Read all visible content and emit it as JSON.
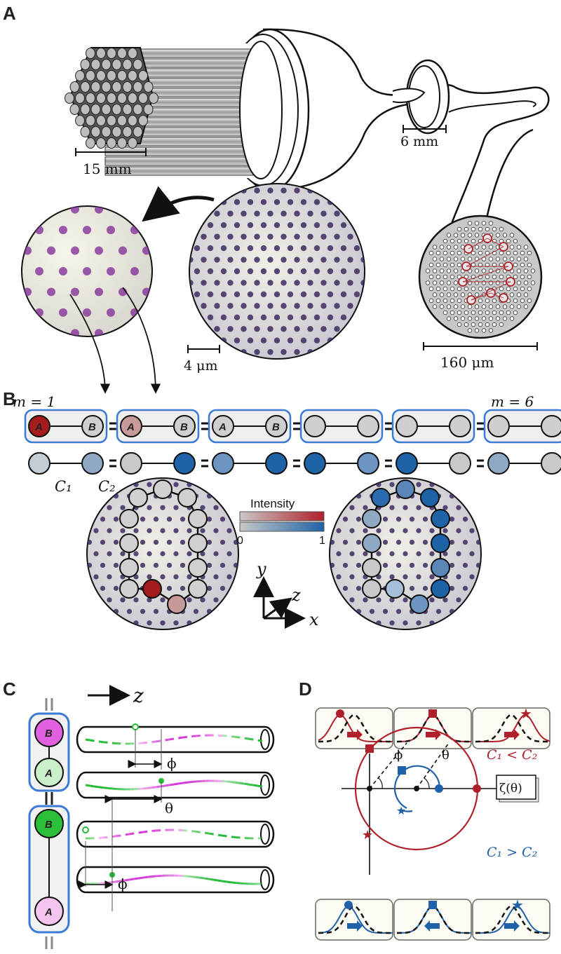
{
  "panels": {
    "a": "A",
    "b": "B",
    "c": "C",
    "d": "D"
  },
  "panel_a": {
    "scale_bundle": "15 mm",
    "scale_taper": "6 mm",
    "scale_section": "160 μm",
    "scale_micro": "4 μm"
  },
  "panel_b": {
    "m_first": "m = 1",
    "m_last": "m = 6",
    "node_a": "A",
    "node_b": "B",
    "c1": "C₁",
    "c2": "C₂",
    "intensity_title": "Intensity",
    "intensity_min": "0",
    "intensity_max": "1",
    "axis_x": "x",
    "axis_y": "y",
    "axis_z": "z",
    "top_chain_fills": [
      [
        "#a51c1c",
        "#cfcfcf"
      ],
      [
        "#c79a9a",
        "#cfcfcf"
      ],
      [
        "#cfcfcf",
        "#cfcfcf"
      ],
      [
        "#cfcfcf",
        "#cfcfcf"
      ],
      [
        "#cfcfcf",
        "#cfcfcf"
      ],
      [
        "#cfcfcf",
        "#cfcfcf"
      ]
    ],
    "bottom_chain_fills": [
      [
        "#c3cdd6",
        "#8fa9c4"
      ],
      [
        "#c9c9c9",
        "#1e63a8"
      ],
      [
        "#6d95c2",
        "#1e63a8"
      ],
      [
        "#1e63a8",
        "#6d95c2"
      ],
      [
        "#1e63a8",
        "#c9c9c9"
      ],
      [
        "#8fa9c4",
        "#c9c9c9"
      ]
    ],
    "colors": {
      "red": "#a51c1c",
      "blue": "#1e63a8",
      "outline": "#3a7bd5"
    }
  },
  "panel_c": {
    "z_label": "z",
    "phi": "ϕ",
    "theta": "θ",
    "unit_top": {
      "b": "B",
      "a": "A"
    },
    "unit_bottom": {
      "b": "B",
      "a": "A"
    },
    "colors": {
      "green": "#22bb33",
      "magenta": "#d63bd6"
    }
  },
  "panel_d": {
    "phi": "ϕ",
    "theta": "θ",
    "zeta": "ζ(θ)",
    "cond_red": "C₁ < C₂",
    "cond_blue": "C₁ > C₂",
    "colors": {
      "red": "#b0202a",
      "blue": "#1f62a8"
    }
  }
}
